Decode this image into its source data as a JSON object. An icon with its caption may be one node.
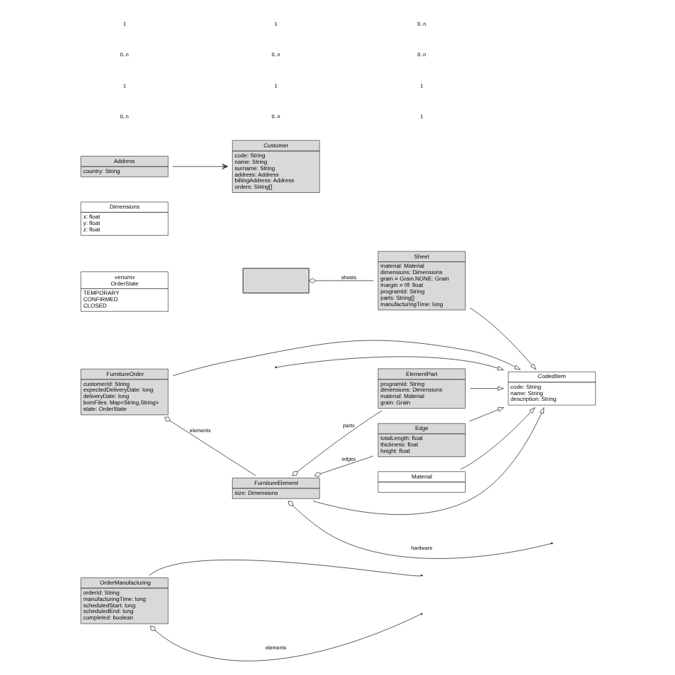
{
  "diagram": {
    "nodes": [
      {
        "text": [
          "OrderManufacturing",
          "orderId: String",
          "manufacturingTime: long",
          "scheduledStart: long",
          "scheduledEnd: long",
          "completed: boolean"
        ]
      },
      {
        "text": [],
        "shape": "box"
      },
      {
        "text": [
          "«enum»",
          "OrderState",
          "TEMPORARY",
          "CONFIRMED",
          "CLOSED"
        ]
      },
      {
        "text": [
          "Dimensions",
          "x: float",
          "y: float",
          "z: float"
        ]
      },
      {
        "text": [
          "CodedItem",
          "code: String",
          "name: String",
          "description: String"
        ]
      },
      {
        "text": [
          "Material"
        ]
      },
      {
        "text": [
          "Customer",
          "code: String",
          "name: String",
          "surname: String",
          "address: Address",
          "billingAddress: Address",
          "orders: String[]"
        ]
      },
      {
        "text": [
          "Address",
          "country: String"
        ]
      },
      {
        "text": [
          "Sheet",
          "material: Material",
          "dimensions: Dimensions",
          "grain = Grain.NONE: Grain",
          "margin = 0f: float",
          "programId: String",
          "parts: String[]",
          "manufacturingTime: long"
        ]
      },
      {
        "text": [
          "FurnitureOrder",
          "customerId: String",
          "expectedDeliveryDate: long",
          "deliveryDate: long",
          "bomFiles: Map<String,String>",
          "state: OrderState"
        ]
      },
      {
        "text": [
          "FurnitureElement",
          "size: Dimensions"
        ]
      },
      {
        "text": [
          "ElementPart",
          "programId: String",
          "dimensions: Dimensions",
          "material: Material",
          "grain: Grain"
        ]
      },
      {
        "text": [
          "Edge",
          "totalLength: float",
          "thickness: float",
          "height: float"
        ]
      }
    ],
    "edges": [
      {
        "from": 0,
        "to": null,
        "arrow": "other",
        "label": "elements"
      },
      {
        "from": 0,
        "to": null,
        "arrow": "none"
      },
      {
        "from": 1,
        "to": 8,
        "arrow": "other",
        "label": "sheets"
      },
      {
        "from": 9,
        "to": 10,
        "arrow": "other",
        "label": "elements"
      },
      {
        "from": 10,
        "to": 11,
        "arrow": "other",
        "label": "parts"
      },
      {
        "from": 10,
        "to": 12,
        "arrow": "other",
        "label": "edges"
      },
      {
        "from": 10,
        "to": null,
        "arrow": "other",
        "label": "hardware"
      },
      {
        "from": 5,
        "to": 4,
        "arrow": "to"
      },
      {
        "from": 8,
        "to": 4,
        "arrow": "to"
      },
      {
        "from": 9,
        "to": 4,
        "arrow": "to"
      },
      {
        "from": 10,
        "to": 4,
        "arrow": "to"
      },
      {
        "from": 11,
        "to": 4,
        "arrow": "to"
      },
      {
        "from": 12,
        "to": 4,
        "arrow": "to"
      },
      {
        "from": null,
        "to": 4,
        "arrow": "to"
      },
      {
        "from": 7,
        "to": 6,
        "arrow": "to"
      }
    ],
    "labels": [
      "0..n",
      "1",
      "0..n",
      "1",
      "0..n",
      "1",
      "0..n",
      "1",
      "1",
      "1",
      "0..n",
      "0..n"
    ]
  }
}
